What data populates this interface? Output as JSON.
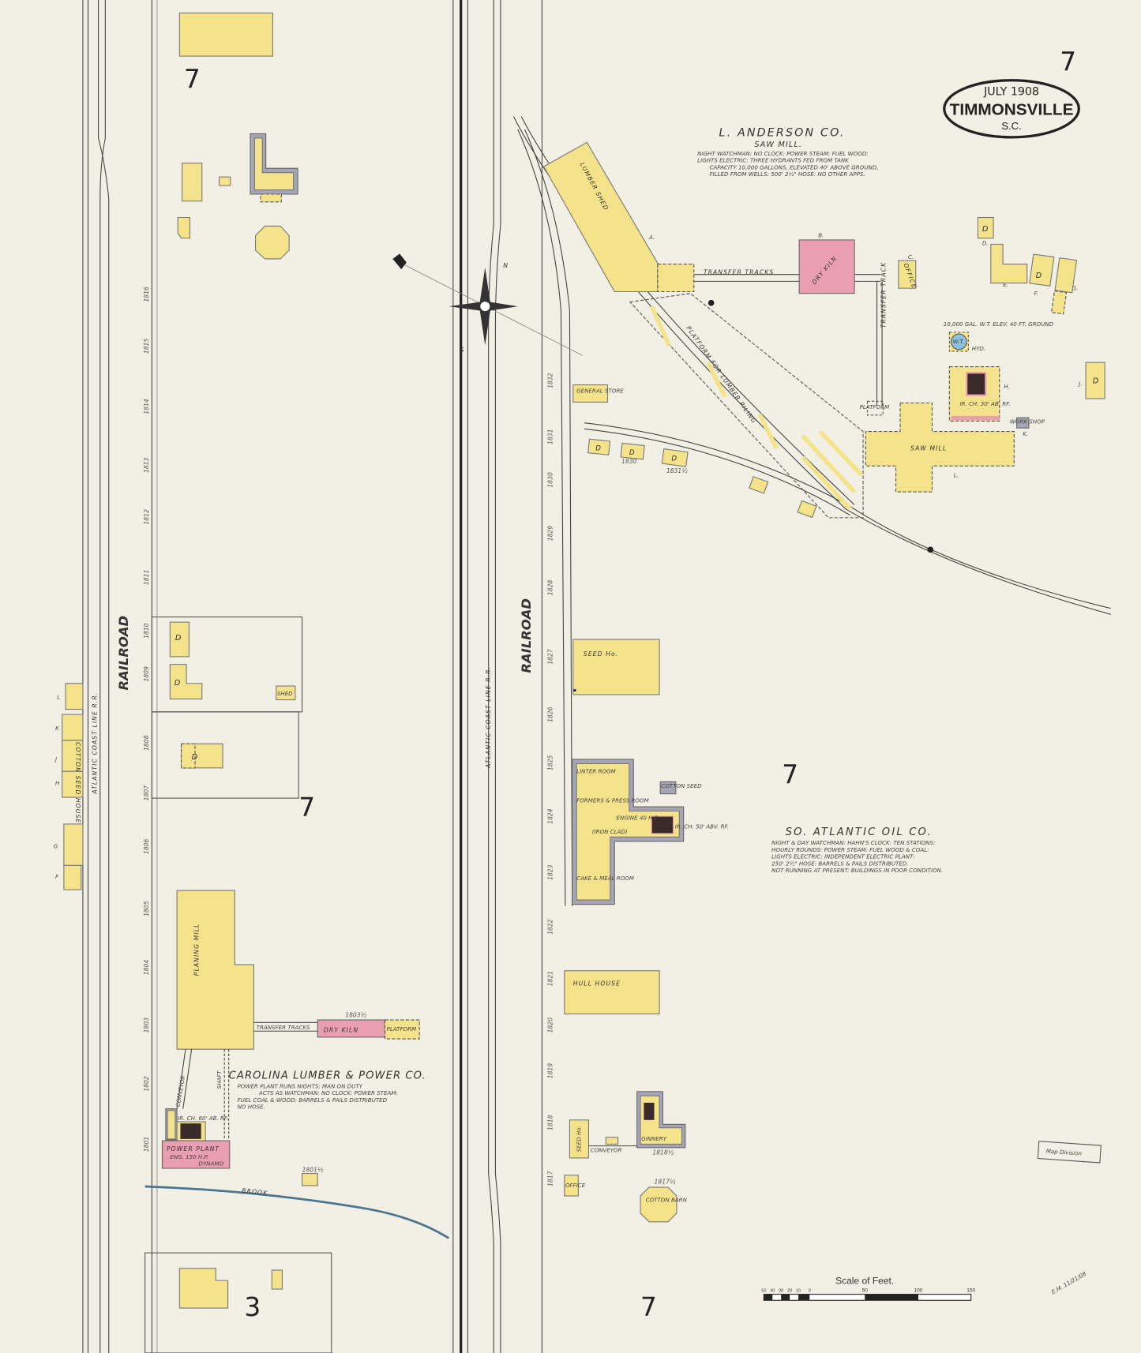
{
  "sheet": {
    "page_number": "7",
    "date": "JULY 1908",
    "town": "TIMMONSVILLE",
    "state": "S.C.",
    "block_numbers": [
      "7",
      "7",
      "7",
      "7",
      "3"
    ]
  },
  "railroads": {
    "railroad_label": "RAILROAD",
    "line_label": "ATLANTIC COAST LINE R.R."
  },
  "anderson": {
    "name": "L. ANDERSON CO.",
    "subtitle": "SAW MILL.",
    "notes": [
      "NIGHT WATCHMAN: NO CLOCK: POWER STEAM: FUEL WOOD:",
      "LIGHTS ELECTRIC: THREE HYDRANTS FED FROM TANK",
      "CAPACITY 10,000 GALLONS, ELEVATED 40' ABOVE GROUND,",
      "FILLED FROM WELLS: 500' 2½\" HOSE: NO OTHER APPS."
    ],
    "labels": {
      "lumber_shed": "LUMBER SHED",
      "transfer_tracks": "TRANSFER TRACKS",
      "dry_kiln": "DRY KILN",
      "office": "OFFICE",
      "transfer_track": "TRANSFER TRACK",
      "platform": "PLATFORM",
      "lumber_platform": "PLATFORM FOR LUMBER PILING",
      "water_tank": "W.T.",
      "water_tank_note": "10,000 GAL. W.T. ELEV. 40 FT. GROUND",
      "hydrant": "HYD.",
      "boiler_note": "IR. CH. 30' AB. RF.",
      "saw_mill": "SAW MILL",
      "work_shop": "WORK SHOP",
      "general_store": "GENERAL STORE",
      "letters": [
        "A.",
        "B.",
        "C.",
        "D.",
        "E.",
        "F.",
        "G.",
        "H.",
        "J.",
        "K.",
        "L."
      ]
    }
  },
  "oil_co": {
    "name": "SO. ATLANTIC OIL CO.",
    "notes": [
      "NIGHT & DAY WATCHMAN: HAHN'S CLOCK: TEN STATIONS:",
      "HOURLY ROUNDS: POWER STEAM: FUEL WOOD & COAL:",
      "LIGHTS ELECTRIC: INDEPENDENT ELECTRIC PLANT:",
      "250' 2½\" HOSE: BARRELS & PAILS DISTRIBUTED.",
      "NOT RUNNING AT PRESENT: BUILDINGS IN POOR CONDITION."
    ],
    "labels": {
      "seed_house": "SEED Ho.",
      "linter_room": "LINTER ROOM",
      "press_room": "FORMERS & PRESS ROOM",
      "engine": "ENGINE 40 H.P.",
      "iron_clad": "(IRON CLAD)",
      "meal_room": "CAKE & MEAL ROOM",
      "cotton_seed": "COTTON SEED",
      "boiler_note": "IR. CH. 50' ABV. RF.",
      "hull_house": "HULL HOUSE",
      "seed_ho_small": "SEED Ho.",
      "conveyor": "CONVEYOR",
      "ginnery": "GINNERY",
      "ginnery_addr": "1818½",
      "office": "OFFICE",
      "cotton_barn": "COTTON BARN",
      "cotton_barn_addr": "1817½"
    }
  },
  "carolina": {
    "name": "CAROLINA LUMBER & POWER CO.",
    "notes": [
      "POWER PLANT RUNS NIGHTS: MAN ON DUTY",
      "ACTS AS WATCHMAN: NO CLOCK: POWER STEAM:",
      "FUEL COAL & WOOD: BARRELS & PAILS DISTRIBUTED",
      "NO HOSE."
    ],
    "labels": {
      "planing_mill": "PLANING MILL",
      "transfer_tracks": "TRANSFER TRACKS",
      "dry_kiln": "DRY KILN",
      "dry_kiln_addr": "1803½",
      "platform": "PLATFORM",
      "power_plant": "POWER PLANT",
      "engine": "ENG. 150 H.P.",
      "dynamo": "DYNAMO",
      "boiler_note": "IR. CH. 60' AB. RF.",
      "conveyor": "CONVEYOR",
      "shaft": "SHAFT",
      "brook": "BROOK",
      "small_addr": "1801½"
    }
  },
  "cotton_seed_house": {
    "label": "COTTON SEED HOUSE",
    "letters": [
      "L",
      "K",
      "J",
      "H",
      "G",
      "F"
    ]
  },
  "dwellings": {
    "dwelling": "D",
    "shed": "SHED"
  },
  "addresses_left": [
    "1816",
    "1815",
    "1814",
    "1813",
    "1812",
    "1811",
    "1810",
    "1809",
    "1808",
    "1807",
    "1806",
    "1805",
    "1804",
    "1803",
    "1802",
    "1801"
  ],
  "addresses_mid": [
    "1832",
    "1831",
    "1830",
    "1829",
    "1828",
    "1827",
    "1826",
    "1825",
    "1824",
    "1823",
    "1822",
    "1821",
    "1820",
    "1819",
    "1818",
    "1817"
  ],
  "addresses_misc": [
    "1830",
    "1831½"
  ],
  "scale": {
    "title": "Scale of Feet.",
    "ticks": [
      "50",
      "40",
      "30",
      "20",
      "10",
      "0",
      "50",
      "100",
      "150"
    ]
  },
  "stamp": "Map Division",
  "initials": "E.M. 11/21/08",
  "compass": {
    "north": "N",
    "south": "S"
  },
  "colors": {
    "paper": "#f2f0e4",
    "frame_building": "#f5e38c",
    "brick_building": "#e99eb2",
    "iron_clad": "#a5a5b5",
    "water_tank": "#8fc0e0"
  }
}
